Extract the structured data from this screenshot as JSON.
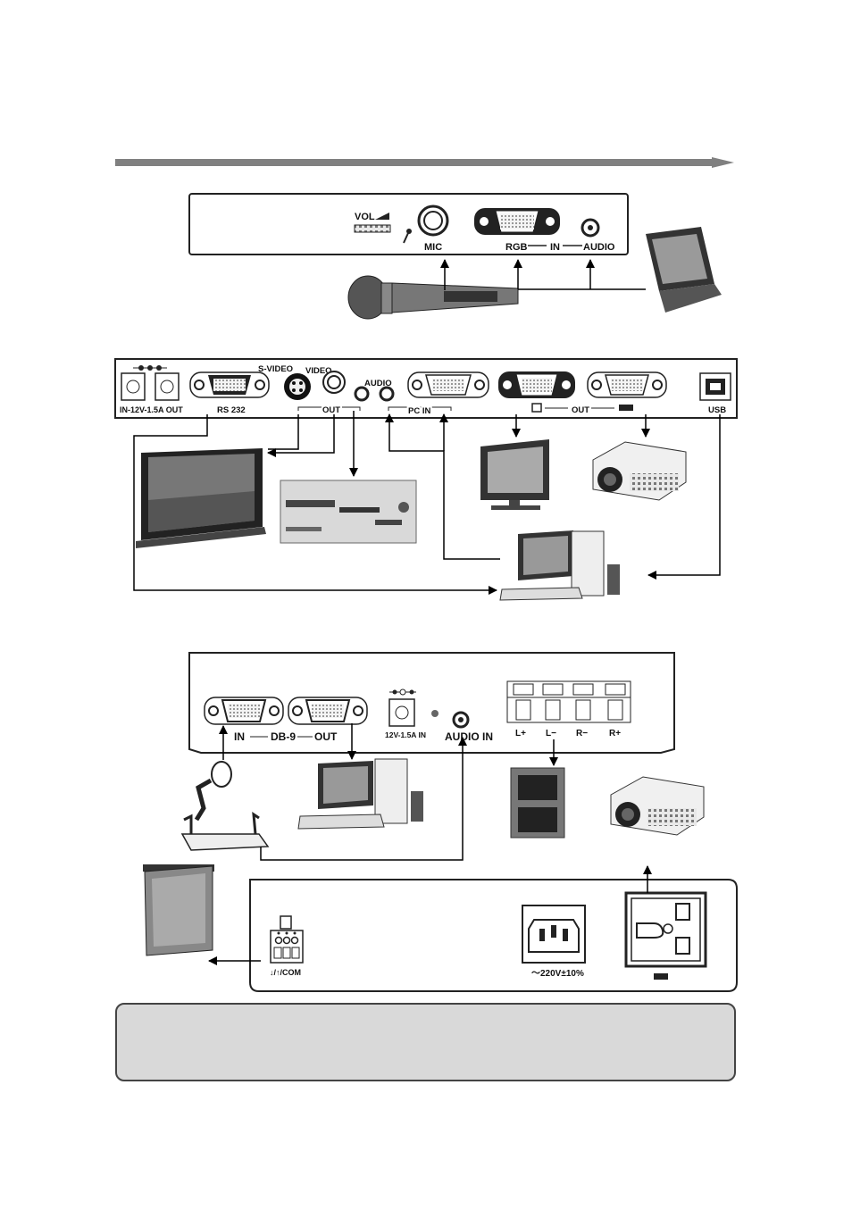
{
  "panel1": {
    "vol": "VOL",
    "mic": "MIC",
    "rgb": "RGB",
    "in": "IN",
    "audio": "AUDIO"
  },
  "panel2": {
    "power": "IN-12V-1.5A OUT",
    "rs232": "RS 232",
    "svideo": "S-VIDEO",
    "video": "VIDEO",
    "audio": "AUDIO",
    "out": "OUT",
    "pcin": "PC IN",
    "out2": "OUT",
    "usb": "USB"
  },
  "panel3": {
    "in": "IN",
    "db9": "DB-9",
    "out": "OUT",
    "power": "12V-1.5A IN",
    "audioin": "AUDIO IN",
    "lplus": "L+",
    "lminus": "L−",
    "rminus": "R−",
    "rplus": "R+"
  },
  "panel4": {
    "com": "↓/↑/COM",
    "voltage": "～220V±10%"
  },
  "colors": {
    "header_bar": "#808080",
    "note_box": "#d9d9d9"
  }
}
